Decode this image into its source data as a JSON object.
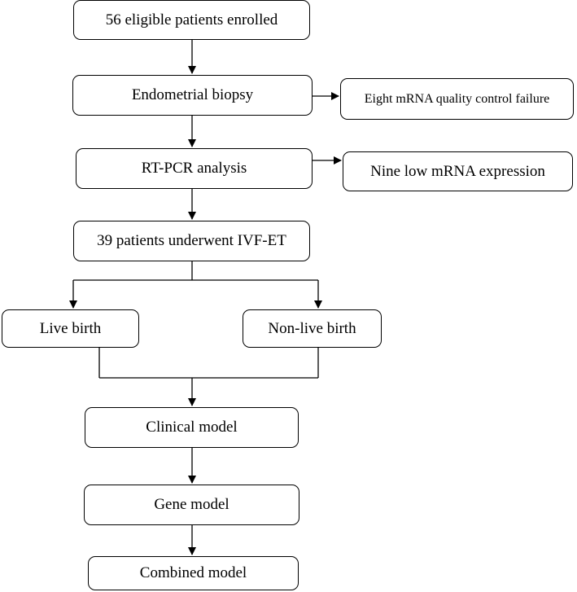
{
  "flowchart": {
    "nodes": {
      "enrolled": "56 eligible patients enrolled",
      "biopsy": "Endometrial biopsy",
      "qc_failure": "Eight mRNA quality control failure",
      "rtpcr": "RT-PCR analysis",
      "low_expression": "Nine low mRNA expression",
      "ivf": "39 patients underwent IVF-ET",
      "live_birth": "Live birth",
      "non_live_birth": "Non-live birth",
      "clinical_model": "Clinical model",
      "gene_model": "Gene model",
      "combined_model": "Combined model"
    },
    "edges": [
      {
        "from": "enrolled",
        "to": "biopsy"
      },
      {
        "from": "biopsy",
        "to": "qc_failure"
      },
      {
        "from": "biopsy",
        "to": "rtpcr"
      },
      {
        "from": "rtpcr",
        "to": "low_expression"
      },
      {
        "from": "rtpcr",
        "to": "ivf"
      },
      {
        "from": "ivf",
        "to": "live_birth"
      },
      {
        "from": "ivf",
        "to": "non_live_birth"
      },
      {
        "from": "live_birth",
        "to": "clinical_model"
      },
      {
        "from": "non_live_birth",
        "to": "clinical_model"
      },
      {
        "from": "clinical_model",
        "to": "gene_model"
      },
      {
        "from": "gene_model",
        "to": "combined_model"
      }
    ]
  }
}
